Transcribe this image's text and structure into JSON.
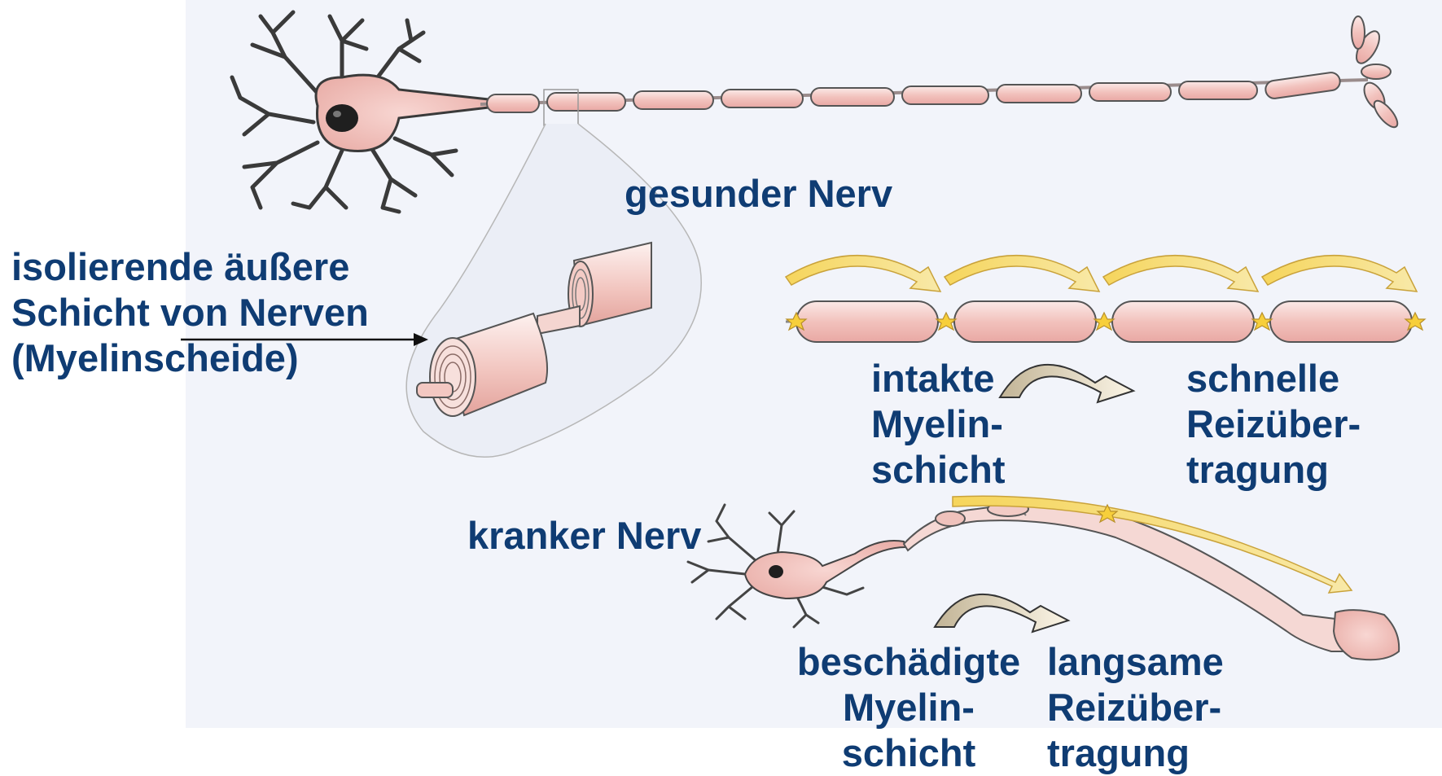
{
  "labels": {
    "healthy_nerve": "gesunder Nerv",
    "sick_nerve": "kranker Nerv",
    "myelin_sheath": {
      "line1": "isolierende äußere",
      "line2": "Schicht von Nerven",
      "line3": "(Myelinscheide)"
    },
    "intact_myelin": {
      "line1": "intakte",
      "line2": "Myelin-",
      "line3": "schicht"
    },
    "fast_transmission": {
      "line1": "schnelle",
      "line2": "Reizüber-",
      "line3": "tragung"
    },
    "damaged_myelin": {
      "line1": "beschädigte",
      "line2": "Myelin-",
      "line3": "schicht"
    },
    "slow_transmission": {
      "line1": "langsame",
      "line2": "Reizüber-",
      "line3": "tragung"
    }
  },
  "colors": {
    "label_text": "#0f3c73",
    "panel_background": "#f2f4fa",
    "axon_fill": "#f3c9c6",
    "outline": "#3b3b3b",
    "impulse_arrow": "#f3c94a",
    "cause_arrow": "#c9bca0"
  },
  "icons": [
    "neuron-healthy",
    "axon-myelin-segments",
    "myelin-sheath-zoom",
    "saltatory-jump-arrows",
    "node-spark-icon",
    "neuron-damaged",
    "cause-effect-arrow"
  ]
}
